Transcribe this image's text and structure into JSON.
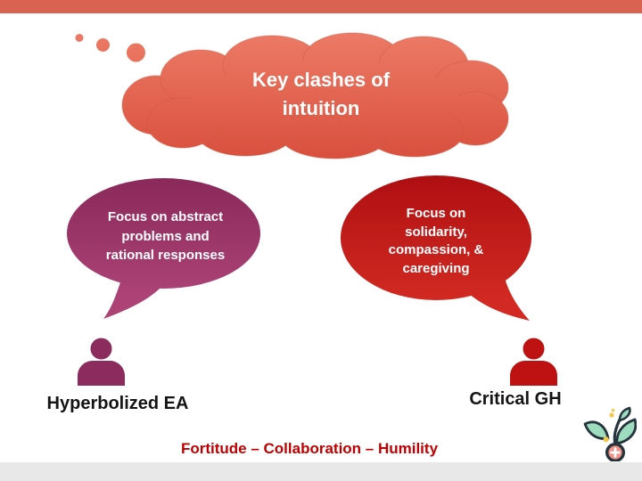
{
  "slide": {
    "title_cloud": {
      "lines": [
        "Key clashes of",
        "intuition"
      ]
    },
    "left_bubble": {
      "lines": [
        "Focus on abstract",
        "problems and",
        "rational responses"
      ]
    },
    "right_bubble": {
      "lines": [
        "Focus on",
        "solidarity,",
        "compassion, &",
        "caregiving"
      ]
    },
    "left_figure_label": "Hyperbolized EA",
    "right_figure_label": "Critical GH",
    "footer_tagline": "Fortitude – Collaboration – Humility"
  },
  "colors": {
    "top_bar": "#D96251",
    "cloud_top": "#EC7A66",
    "cloud_bottom": "#D9503D",
    "cloud_seam": "#CF5643",
    "left_bubble_top": "#8A295A",
    "left_bubble_bottom": "#AC4276",
    "right_bubble_top": "#AF0F12",
    "right_bubble_bottom": "#D22A22",
    "left_figure": "#8C2B5D",
    "right_figure": "#BE1212",
    "label_text": "#141414",
    "footer_text": "#C00000",
    "bottom_bar": "#E9E8E8",
    "logo_outline": "#25343D",
    "logo_leaf": "#9EDCBF",
    "logo_dot": "#F2C84B",
    "logo_circle": "#F19289"
  },
  "icons": {
    "left_figure": "person-icon",
    "right_figure": "person-icon",
    "logo": "sprout-medical-logo"
  }
}
